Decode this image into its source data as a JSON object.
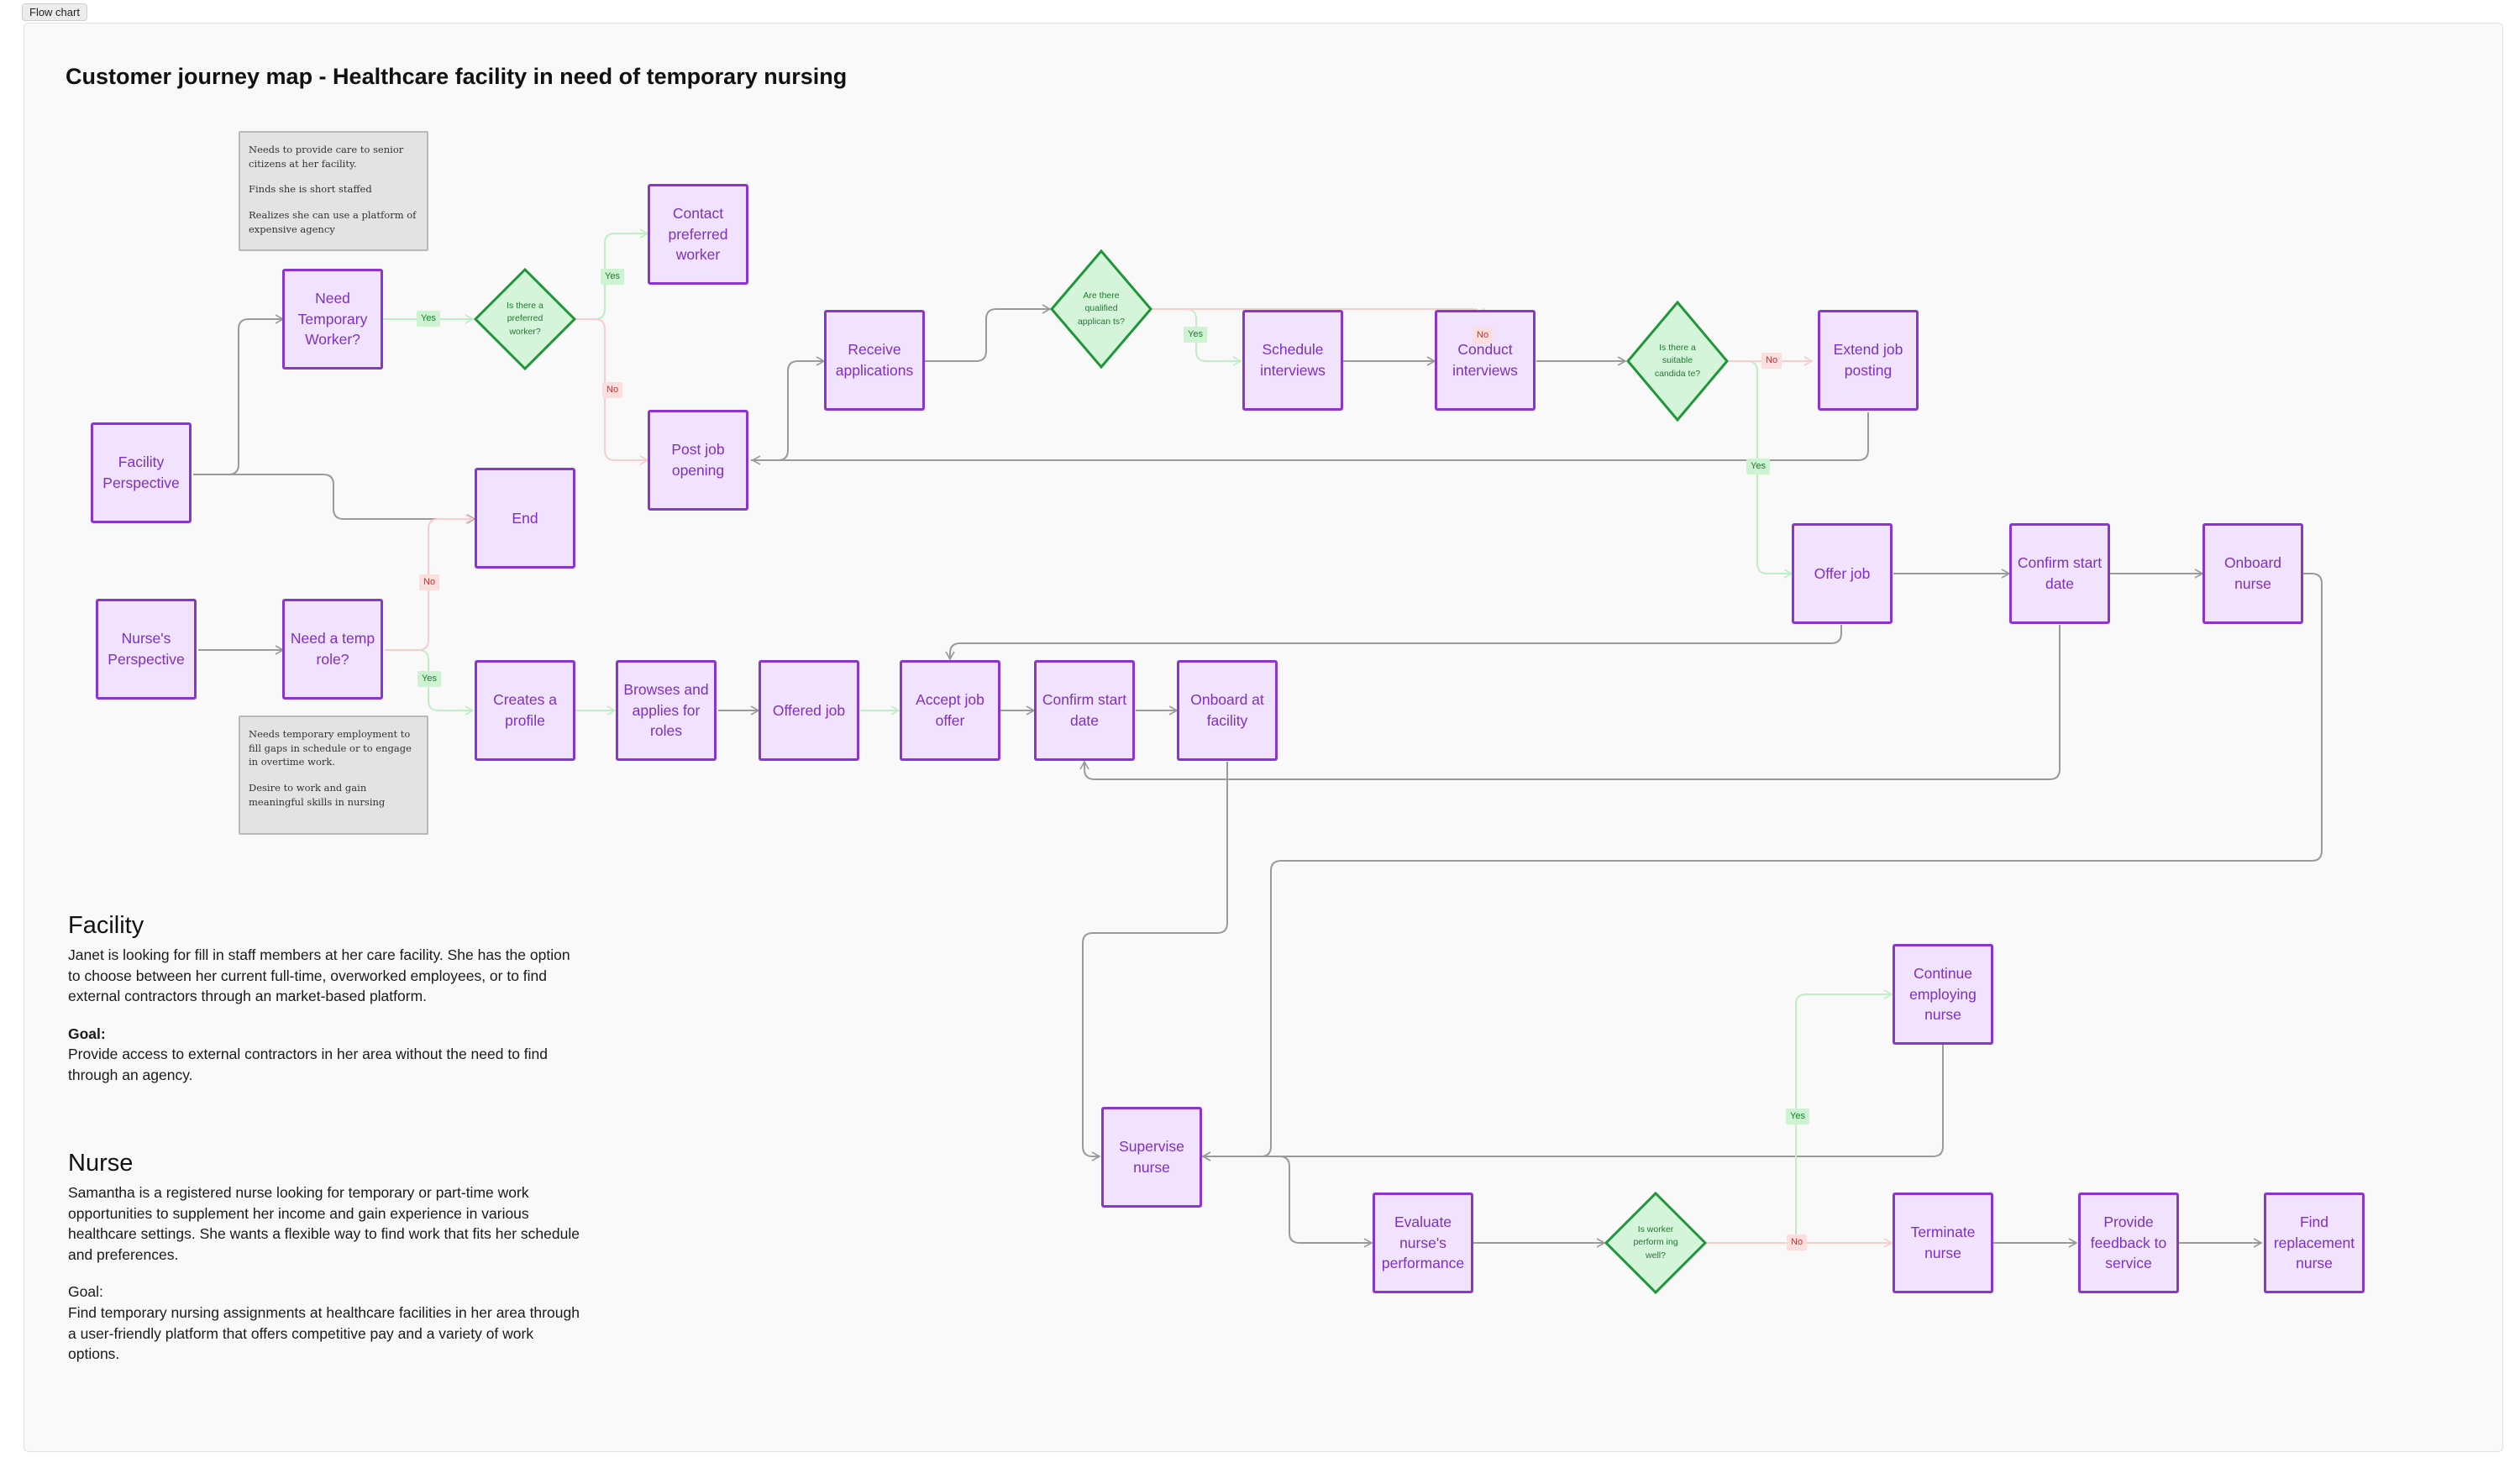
{
  "frame_tag": "Flow chart",
  "title": "Customer journey map - Healthcare facility in need of temporary nursing",
  "nodes": {
    "facility_perspective": "Facility Perspective",
    "need_temporary_worker": "Need Temporary Worker?",
    "contact_preferred_worker": "Contact preferred worker",
    "post_job_opening": "Post job opening",
    "receive_applications": "Receive applications",
    "schedule_interviews": "Schedule interviews",
    "conduct_interviews": "Conduct interviews",
    "extend_job_posting": "Extend job posting",
    "end": "End",
    "offer_job": "Offer job",
    "confirm_start_date_facility": "Confirm start date",
    "onboard_nurse": "Onboard nurse",
    "nurses_perspective": "Nurse's Perspective",
    "need_temp_role": "Need a temp role?",
    "creates_profile": "Creates a profile",
    "browses_applies": "Browses and applies for roles",
    "offered_job": "Offered job",
    "accept_job_offer": "Accept job offer",
    "confirm_start_date_nurse": "Confirm start date",
    "onboard_at_facility": "Onboard at facility",
    "continue_employing": "Continue employing nurse",
    "supervise_nurse": "Supervise nurse",
    "evaluate_performance": "Evaluate nurse's performance",
    "terminate_nurse": "Terminate nurse",
    "provide_feedback": "Provide feedback to service",
    "find_replacement": "Find replacement nurse"
  },
  "decisions": {
    "preferred_worker": "Is there a preferred worker?",
    "qualified_applicants": "Are there qualified applican ts?",
    "suitable_candidate": "Is there a suitable candida te?",
    "worker_performing": "Is worker perform ing well?"
  },
  "labels": {
    "yes": "Yes",
    "no": "No"
  },
  "notes": {
    "facility": [
      "Needs to provide care to senior citizens at her facility.",
      "Finds she is short staffed",
      "Realizes she can use a platform of expensive agency"
    ],
    "nurse": [
      "Needs temporary employment to fill gaps in schedule or to engage in overtime work.",
      "Desire to work and gain meaningful skills in nursing"
    ]
  },
  "facility_section": {
    "heading": "Facility",
    "body": "Janet is looking for fill in staff members at her care facility. She has the option to choose between her current full-time, overworked employees, or to find external contractors through an market-based platform.",
    "goal_label": "Goal:",
    "goal": "Provide access to external contractors in her area without the need to find through an agency."
  },
  "nurse_section": {
    "heading": "Nurse",
    "body": "Samantha is a registered nurse looking for temporary or part-time work opportunities to supplement her income and gain experience in various healthcare settings. She wants a flexible way to find work that fits her schedule and preferences.",
    "goal_label": "Goal:",
    "goal": "Find temporary nursing assignments at healthcare facilities in her area through a user-friendly platform that offers competitive pay and a variety of work options."
  },
  "colors": {
    "node_fill": "#f1e2fd",
    "node_border": "#8a35d1",
    "node_text": "#7e2fc7",
    "decision_fill": "#d5f5da",
    "decision_border": "#1f9638",
    "connector": "#9a9a9a",
    "yes_connector": "#bfeec6",
    "no_connector": "#f8cdcd"
  }
}
